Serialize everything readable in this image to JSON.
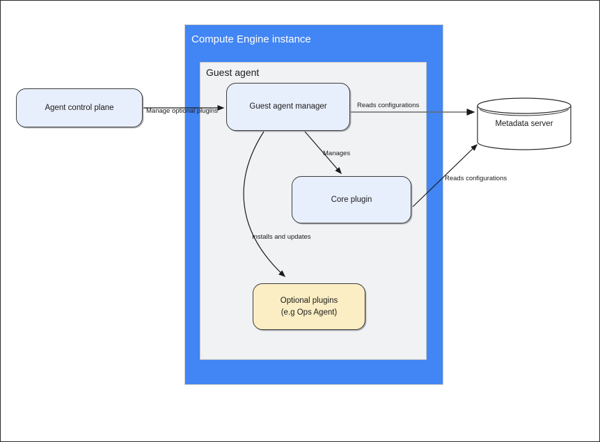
{
  "diagram": {
    "title_hidden": "",
    "containers": [
      {
        "name": "compute-engine-instance",
        "label": "Compute Engine instance",
        "color": "#4285f4"
      },
      {
        "name": "guest-agent",
        "label": "Guest agent",
        "color": "#f1f2f3"
      }
    ],
    "nodes": [
      {
        "name": "agent-control-plane",
        "label": "Agent control plane",
        "shape": "rounded-rect",
        "fill": "#e8effc"
      },
      {
        "name": "guest-agent-manager",
        "label": "Guest agent manager",
        "shape": "rounded-rect",
        "fill": "#e8effc"
      },
      {
        "name": "core-plugin",
        "label": "Core plugin",
        "shape": "rounded-rect",
        "fill": "#e8effc"
      },
      {
        "name": "optional-plugins",
        "label_line1": "Optional plugins",
        "label_line2": "(e.g  Ops Agent)",
        "shape": "rounded-rect",
        "fill": "#fbeec4"
      },
      {
        "name": "metadata-server",
        "label": "Metadata server",
        "shape": "cylinder",
        "fill": "#ffffff"
      }
    ],
    "edges": [
      {
        "name": "edge-manage-optional-plugins",
        "label": "Manage optional plugins",
        "from": "agent-control-plane",
        "to": "guest-agent-manager",
        "color": "#1a1a1a"
      },
      {
        "name": "edge-reads-configurations-manager",
        "label": "Reads configurations",
        "from": "guest-agent-manager",
        "to": "metadata-server",
        "color": "#6b6b6b"
      },
      {
        "name": "edge-manages",
        "label": "Manages",
        "from": "guest-agent-manager",
        "to": "core-plugin",
        "color": "#1a1a1a"
      },
      {
        "name": "edge-reads-configurations-core",
        "label": "Reads configurations",
        "from": "core-plugin",
        "to": "metadata-server",
        "color": "#1a1a1a"
      },
      {
        "name": "edge-installs-and-updates",
        "label": "Installs and updates",
        "from": "guest-agent-manager",
        "to": "optional-plugins",
        "color": "#1a1a1a"
      }
    ]
  }
}
